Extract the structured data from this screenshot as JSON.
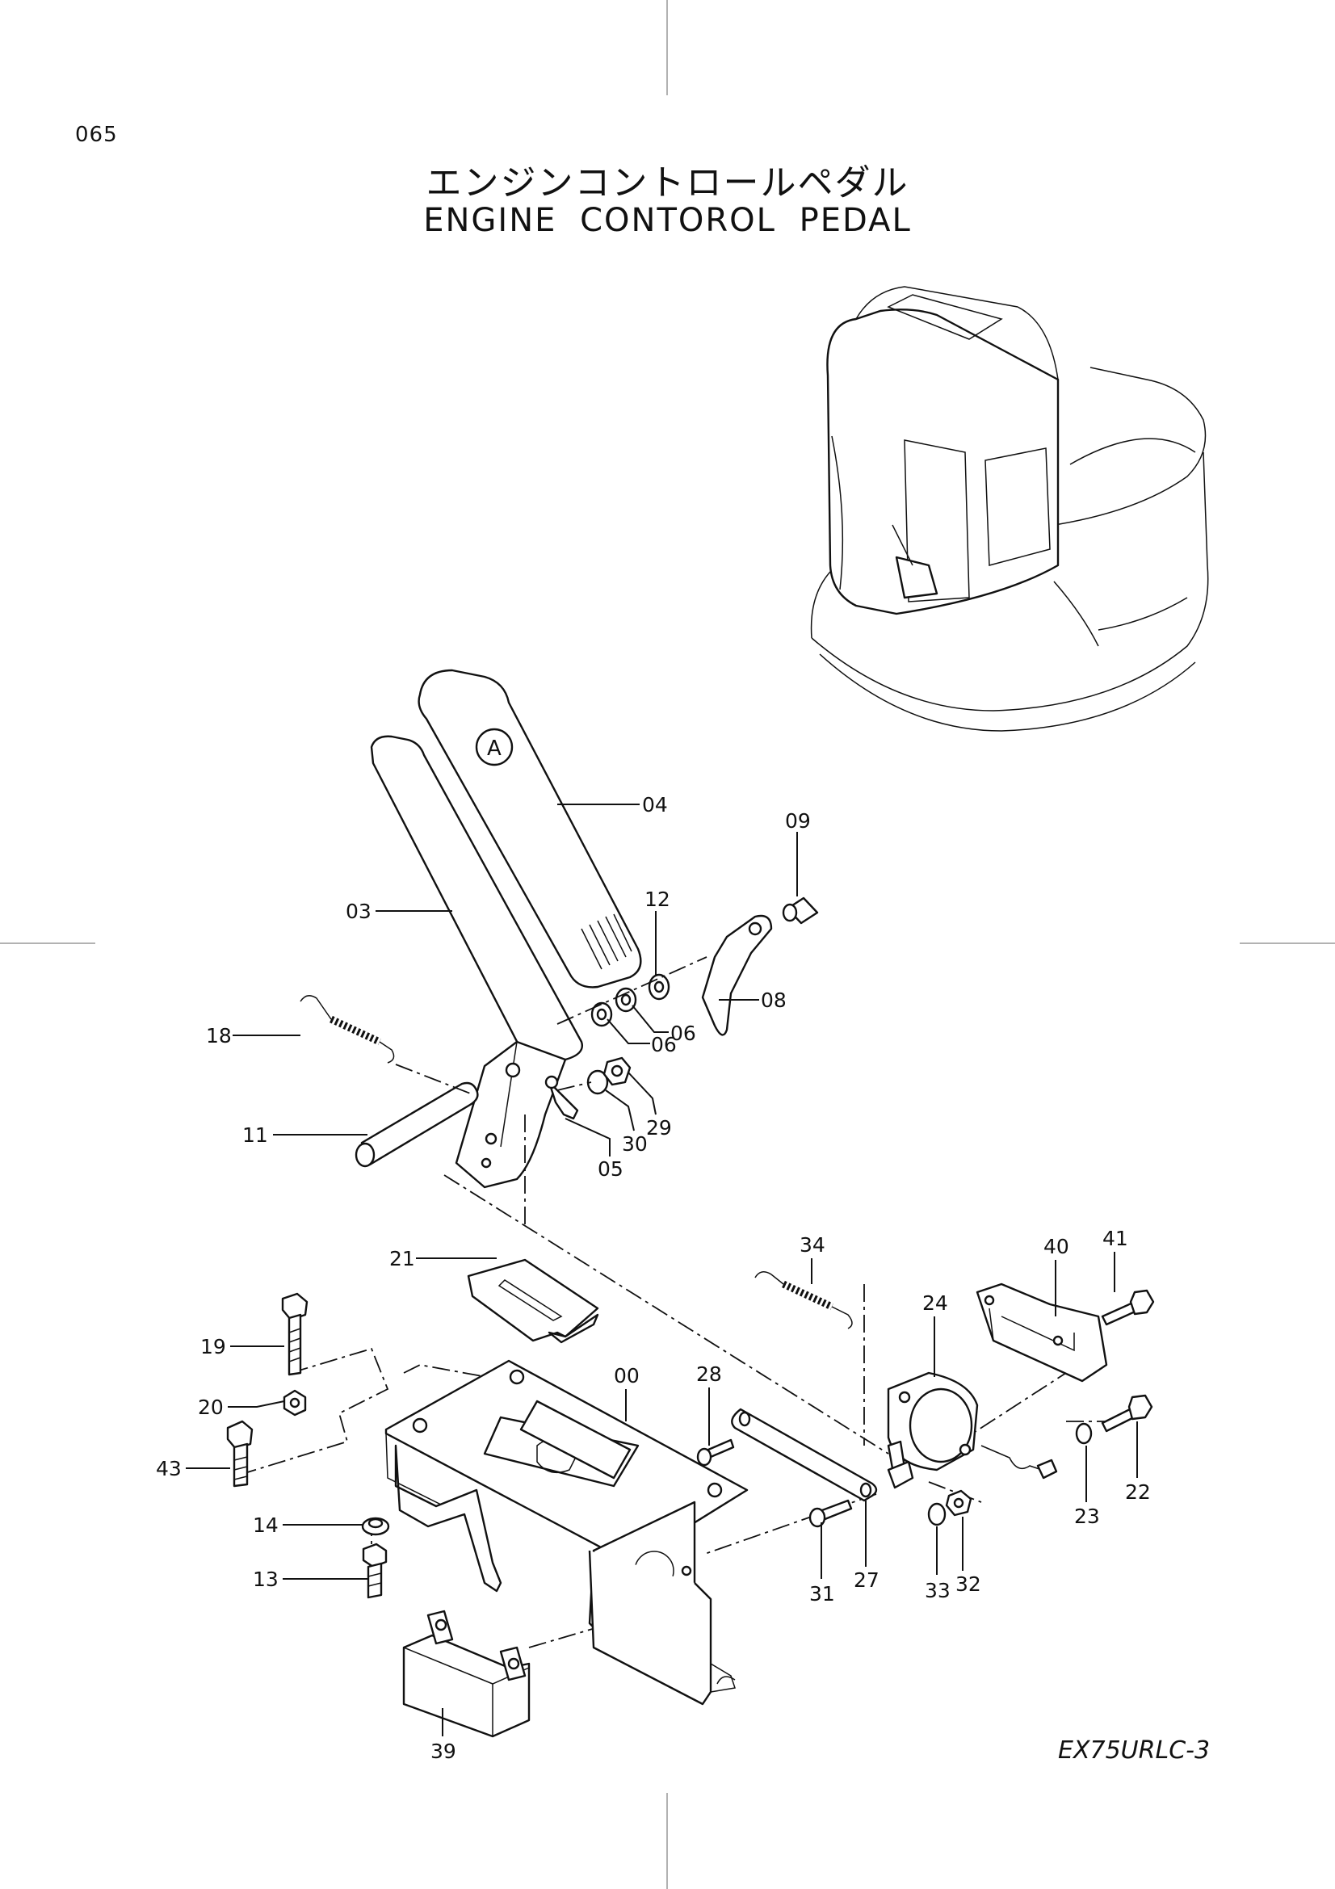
{
  "page_number": "065",
  "title_jp": "エンジンコントロールペダル",
  "title_en": "ENGINE  CONTOROL  PEDAL",
  "model": "EX75URLC-3",
  "pedal_logo": "A",
  "callouts": [
    {
      "id": "c04",
      "label": "04"
    },
    {
      "id": "c09",
      "label": "09"
    },
    {
      "id": "c12",
      "label": "12"
    },
    {
      "id": "c03",
      "label": "03"
    },
    {
      "id": "c08",
      "label": "08"
    },
    {
      "id": "c18",
      "label": "18"
    },
    {
      "id": "c06a",
      "label": "06"
    },
    {
      "id": "c06b",
      "label": "06"
    },
    {
      "id": "c29",
      "label": "29"
    },
    {
      "id": "c11",
      "label": "11"
    },
    {
      "id": "c30",
      "label": "30"
    },
    {
      "id": "c05",
      "label": "05"
    },
    {
      "id": "c34",
      "label": "34"
    },
    {
      "id": "c41",
      "label": "41"
    },
    {
      "id": "c40",
      "label": "40"
    },
    {
      "id": "c21",
      "label": "21"
    },
    {
      "id": "c24",
      "label": "24"
    },
    {
      "id": "c19",
      "label": "19"
    },
    {
      "id": "c00",
      "label": "00"
    },
    {
      "id": "c28",
      "label": "28"
    },
    {
      "id": "c20",
      "label": "20"
    },
    {
      "id": "c43",
      "label": "43"
    },
    {
      "id": "c22",
      "label": "22"
    },
    {
      "id": "c23",
      "label": "23"
    },
    {
      "id": "c14",
      "label": "14"
    },
    {
      "id": "c13",
      "label": "13"
    },
    {
      "id": "c31",
      "label": "31"
    },
    {
      "id": "c27",
      "label": "27"
    },
    {
      "id": "c33",
      "label": "33"
    },
    {
      "id": "c32",
      "label": "32"
    },
    {
      "id": "c39",
      "label": "39"
    }
  ]
}
